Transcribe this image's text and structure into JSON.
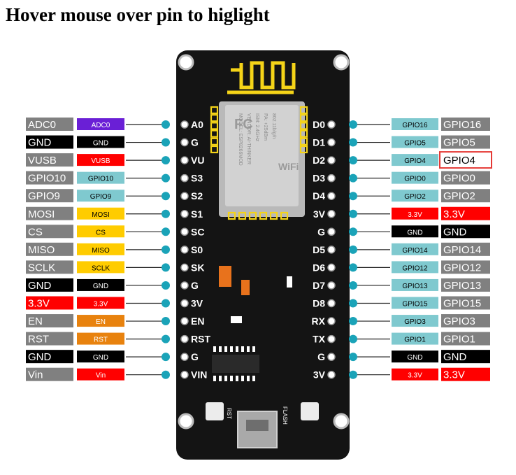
{
  "title": "Hover mouse over pin to higlight",
  "colors": {
    "gray": "#808080",
    "black": "#000000",
    "red": "#ff0000",
    "cyan": "#7fc9cf",
    "yellow": "#ffcc00",
    "orange": "#e8820e",
    "purple": "#6a1fd6",
    "board": "#141414",
    "pin_dot": "#1aa3b8",
    "highlight": "#e53935"
  },
  "left_pins": [
    {
      "label": "ADC0",
      "tag": "ADC0",
      "pin": "A0",
      "label_color": "gray",
      "tag_color": "purple"
    },
    {
      "label": "GND",
      "tag": "GND",
      "pin": "G",
      "label_color": "black",
      "tag_color": "black"
    },
    {
      "label": "VUSB",
      "tag": "VUSB",
      "pin": "VU",
      "label_color": "gray",
      "tag_color": "red"
    },
    {
      "label": "GPIO10",
      "tag": "GPIO10",
      "pin": "S3",
      "label_color": "gray",
      "tag_color": "cyan"
    },
    {
      "label": "GPIO9",
      "tag": "GPIO9",
      "pin": "S2",
      "label_color": "gray",
      "tag_color": "cyan"
    },
    {
      "label": "MOSI",
      "tag": "MOSI",
      "pin": "S1",
      "label_color": "gray",
      "tag_color": "yellow"
    },
    {
      "label": "CS",
      "tag": "CS",
      "pin": "SC",
      "label_color": "gray",
      "tag_color": "yellow"
    },
    {
      "label": "MISO",
      "tag": "MISO",
      "pin": "S0",
      "label_color": "gray",
      "tag_color": "yellow"
    },
    {
      "label": "SCLK",
      "tag": "SCLK",
      "pin": "SK",
      "label_color": "gray",
      "tag_color": "yellow"
    },
    {
      "label": "GND",
      "tag": "GND",
      "pin": "G",
      "label_color": "black",
      "tag_color": "black"
    },
    {
      "label": "3.3V",
      "tag": "3.3V",
      "pin": "3V",
      "label_color": "red",
      "tag_color": "red"
    },
    {
      "label": "EN",
      "tag": "EN",
      "pin": "EN",
      "label_color": "gray",
      "tag_color": "orange"
    },
    {
      "label": "RST",
      "tag": "RST",
      "pin": "RST",
      "label_color": "gray",
      "tag_color": "orange"
    },
    {
      "label": "GND",
      "tag": "GND",
      "pin": "G",
      "label_color": "black",
      "tag_color": "black"
    },
    {
      "label": "Vin",
      "tag": "Vin",
      "pin": "VIN",
      "label_color": "gray",
      "tag_color": "red"
    }
  ],
  "right_pins": [
    {
      "label": "GPIO16",
      "tag": "GPIO16",
      "pin": "D0",
      "label_color": "gray",
      "tag_color": "cyan"
    },
    {
      "label": "GPIO5",
      "tag": "GPIO5",
      "pin": "D1",
      "label_color": "gray",
      "tag_color": "cyan"
    },
    {
      "label": "GPIO4",
      "tag": "GPIO4",
      "pin": "D2",
      "label_color": "gray",
      "tag_color": "cyan",
      "highlighted": true
    },
    {
      "label": "GPIO0",
      "tag": "GPIO0",
      "pin": "D3",
      "label_color": "gray",
      "tag_color": "cyan"
    },
    {
      "label": "GPIO2",
      "tag": "GPIO2",
      "pin": "D4",
      "label_color": "gray",
      "tag_color": "cyan"
    },
    {
      "label": "3.3V",
      "tag": "3.3V",
      "pin": "3V",
      "label_color": "red",
      "tag_color": "red"
    },
    {
      "label": "GND",
      "tag": "GND",
      "pin": "G",
      "label_color": "black",
      "tag_color": "black"
    },
    {
      "label": "GPIO14",
      "tag": "GPIO14",
      "pin": "D5",
      "label_color": "gray",
      "tag_color": "cyan"
    },
    {
      "label": "GPIO12",
      "tag": "GPIO12",
      "pin": "D6",
      "label_color": "gray",
      "tag_color": "cyan"
    },
    {
      "label": "GPIO13",
      "tag": "GPIO13",
      "pin": "D7",
      "label_color": "gray",
      "tag_color": "cyan"
    },
    {
      "label": "GPIO15",
      "tag": "GPIO15",
      "pin": "D8",
      "label_color": "gray",
      "tag_color": "cyan"
    },
    {
      "label": "GPIO3",
      "tag": "GPIO3",
      "pin": "RX",
      "label_color": "gray",
      "tag_color": "cyan"
    },
    {
      "label": "GPIO1",
      "tag": "GPIO1",
      "pin": "TX",
      "label_color": "gray",
      "tag_color": "cyan"
    },
    {
      "label": "GND",
      "tag": "GND",
      "pin": "G",
      "label_color": "black",
      "tag_color": "black"
    },
    {
      "label": "3.3V",
      "tag": "3.3V",
      "pin": "3V",
      "label_color": "red",
      "tag_color": "red"
    }
  ],
  "module": {
    "fcc_mark": "FC",
    "lines": [
      "MODEL: ESP8266MOD",
      "VENDOR: AI-THINKER",
      "ISM: 2.4GHz",
      "PA: +25dBm",
      "802.11b/g/n"
    ],
    "wifi_mark": "WiFi"
  },
  "buttons": {
    "rst": "RST",
    "flash": "FLASH"
  }
}
